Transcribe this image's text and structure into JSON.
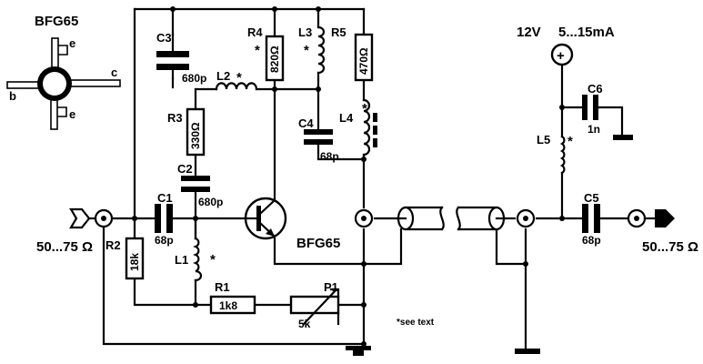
{
  "pinout": {
    "part": "BFG65",
    "pin_e_top": "e",
    "pin_e_bottom": "e",
    "pin_b": "b",
    "pin_c": "c"
  },
  "transistor_label": "BFG65",
  "supply": {
    "voltage": "12V",
    "current": "5...15mA",
    "plus": "+"
  },
  "input_impedance": "50...75 Ω",
  "output_impedance": "50...75 Ω",
  "note": "*see text",
  "asterisk": "*",
  "components": {
    "C1": {
      "name": "C1",
      "value": "68p"
    },
    "C2": {
      "name": "C2",
      "value": "680p"
    },
    "C3": {
      "name": "C3",
      "value": "680p"
    },
    "C4": {
      "name": "C4",
      "value": "68p"
    },
    "C5": {
      "name": "C5",
      "value": "68p"
    },
    "C6": {
      "name": "C6",
      "value": "1n"
    },
    "R1": {
      "name": "R1",
      "value": "1k8"
    },
    "R2": {
      "name": "R2",
      "value": "18k"
    },
    "R3": {
      "name": "R3",
      "value": "330Ω"
    },
    "R4": {
      "name": "R4",
      "value": "820Ω"
    },
    "R5": {
      "name": "R5",
      "value": "470Ω"
    },
    "P1": {
      "name": "P1",
      "value": "5k"
    },
    "L1": {
      "name": "L1"
    },
    "L2": {
      "name": "L2"
    },
    "L3": {
      "name": "L3"
    },
    "L4": {
      "name": "L4"
    },
    "L5": {
      "name": "L5"
    }
  }
}
